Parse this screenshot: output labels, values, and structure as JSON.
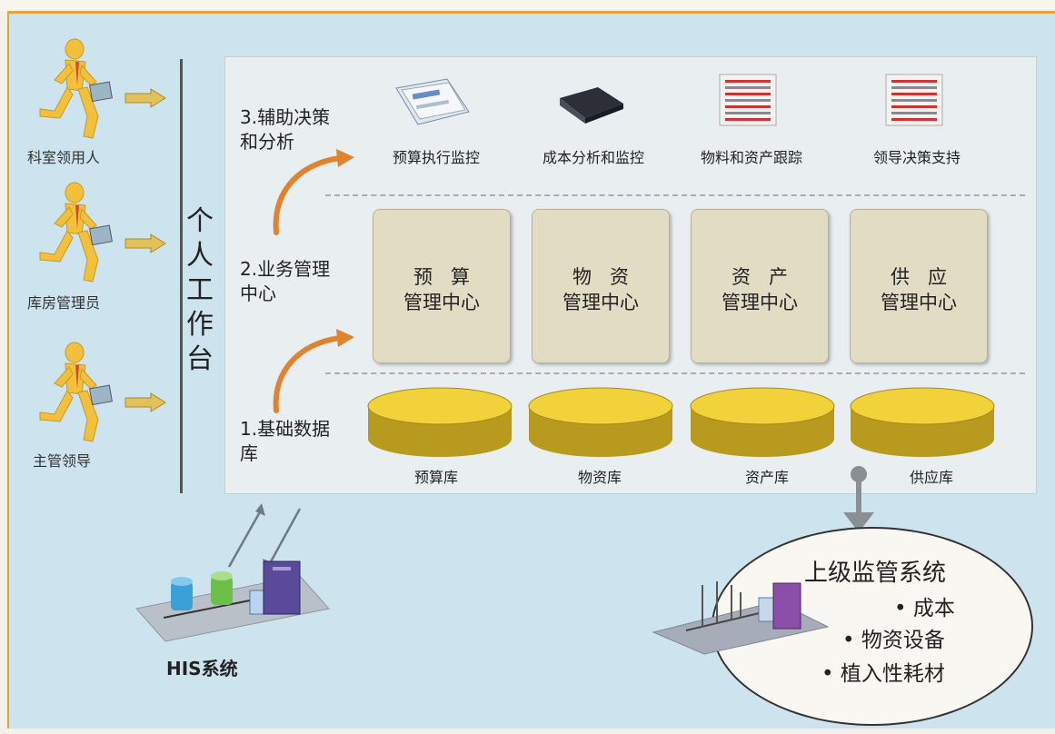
{
  "roles": [
    {
      "label": "科室领用人"
    },
    {
      "label": "库房管理员"
    },
    {
      "label": "主管领导"
    }
  ],
  "workbench": {
    "label": "个人工作台"
  },
  "layers": [
    {
      "line1": "3.辅助决策",
      "line2": "和分析"
    },
    {
      "line1": "2.业务管理",
      "line2": "中心"
    },
    {
      "line1": "1.基础数据",
      "line2": "库"
    }
  ],
  "modules": [
    {
      "label": "预算执行监控",
      "icon": "report-pages-icon"
    },
    {
      "label": "成本分析和监控",
      "icon": "notebook-icon"
    },
    {
      "label": "物料和资产跟踪",
      "icon": "list-document-icon"
    },
    {
      "label": "领导决策支持",
      "icon": "list-document-icon"
    }
  ],
  "centers": [
    {
      "l1": "预算",
      "l2": "管理中心"
    },
    {
      "l1": "物资",
      "l2": "管理中心"
    },
    {
      "l1": "资产",
      "l2": "管理中心"
    },
    {
      "l1": "供应",
      "l2": "管理中心"
    }
  ],
  "databases": [
    {
      "label": "预算库"
    },
    {
      "label": "物资库"
    },
    {
      "label": "资产库"
    },
    {
      "label": "供应库"
    }
  ],
  "his": {
    "label": "HIS系统"
  },
  "supervision": {
    "title": "上级监管系统",
    "items": [
      "• 成本",
      "• 物资设备",
      "• 植入性耗材"
    ]
  },
  "colors": {
    "border_accent": "#e3a33c",
    "cylinder_top": "#f2d23a",
    "cylinder_side": "#b89a1e",
    "center_box": "#e3dcc5",
    "arrow_orange": "#e0822e"
  }
}
